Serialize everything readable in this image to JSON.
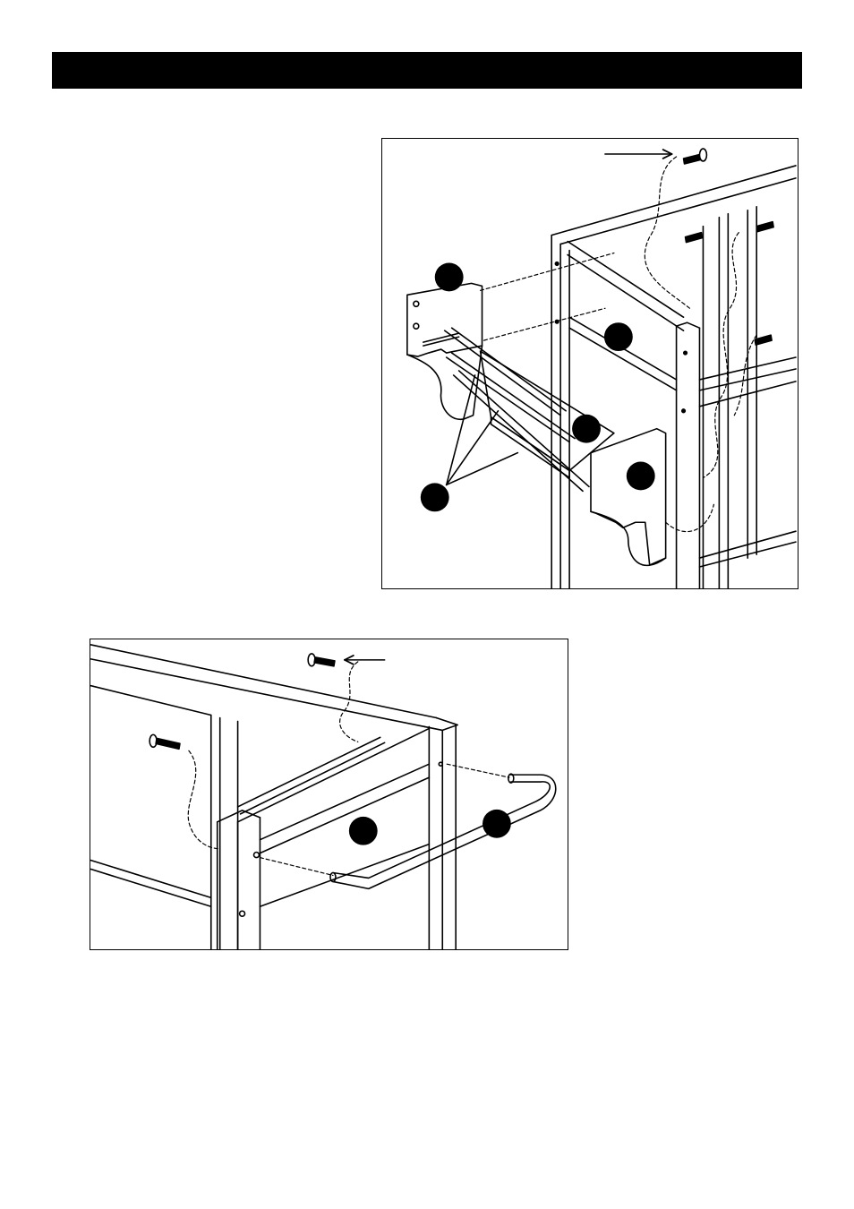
{
  "page": {
    "header_bar_color": "#000000"
  },
  "figures": [
    {
      "id": "shelf-bracket-assembly",
      "callouts": 5,
      "icons": [
        "bolt-icon",
        "arrow-icon",
        "callout-marker"
      ]
    },
    {
      "id": "handle-assembly",
      "callouts": 2,
      "icons": [
        "bolt-icon",
        "arrow-icon",
        "callout-marker"
      ]
    }
  ]
}
